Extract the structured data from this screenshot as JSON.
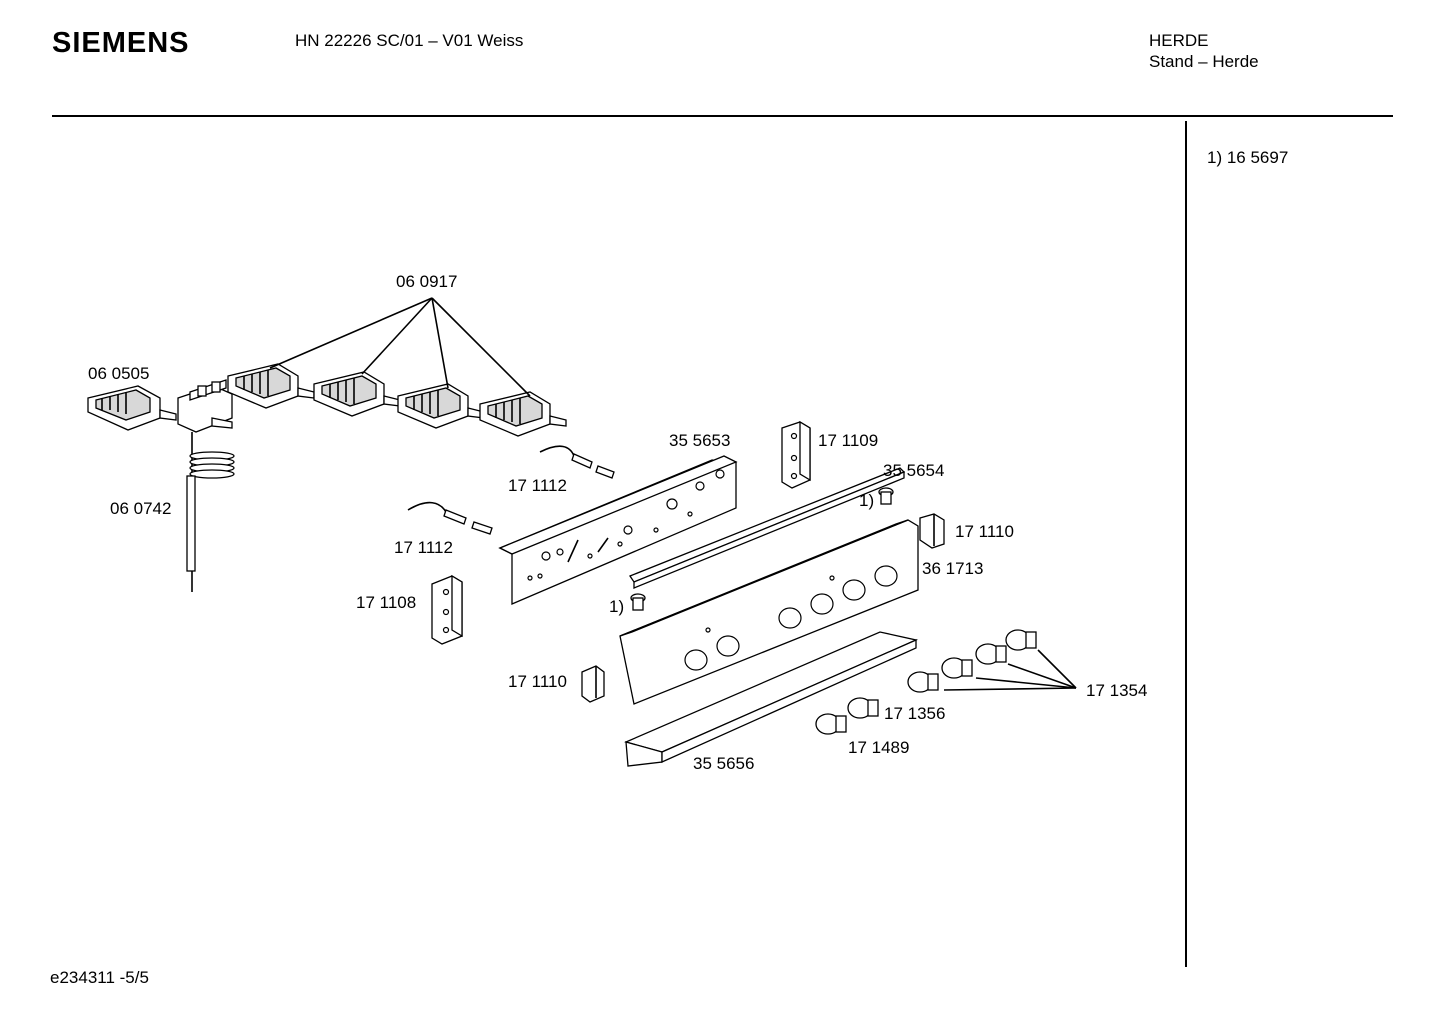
{
  "header": {
    "brand": "SIEMENS",
    "model": "HN 22226 SC/01 – V01 Weiss",
    "category": "HERDE",
    "subcategory": "Stand – Herde"
  },
  "notes": [
    "1)  16 5697"
  ],
  "footer": {
    "page_ref": "e234311 -5/5"
  },
  "labels": {
    "switch_group": "06 0917",
    "single_switch": "06 0505",
    "thermostat": "06 0742",
    "wire_top": "17 1112",
    "wire_bottom": "17 1112",
    "bracket_left": "17 1108",
    "inner_panel": "35 5653",
    "bracket_right": "17 1109",
    "trim_top": "35 5654",
    "screw_top_mark": "1)",
    "clip_right": "17 1110",
    "control_panel": "36 1713",
    "screw_left_mark": "1)",
    "clip_left": "17 1110",
    "knob_small": "17 1356",
    "knobs_group": "17 1354",
    "knob_large": "17 1489",
    "trim_bottom": "35 5656"
  }
}
